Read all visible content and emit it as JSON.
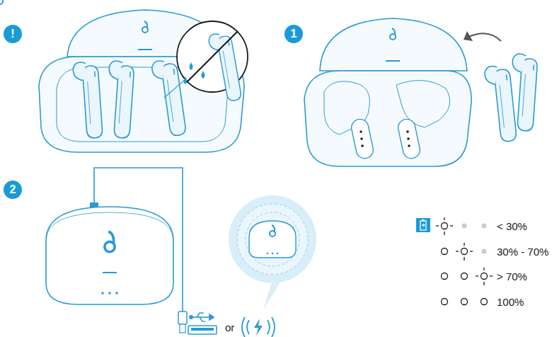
{
  "diagram": {
    "nodes": [
      {
        "text": [
          "!"
        ]
      },
      {
        "text": [
          "1"
        ]
      },
      {
        "text": [
          "2"
        ]
      }
    ],
    "labels": [
      "or",
      "< 30%",
      "30% - 70%",
      "> 70%",
      "100%"
    ]
  }
}
